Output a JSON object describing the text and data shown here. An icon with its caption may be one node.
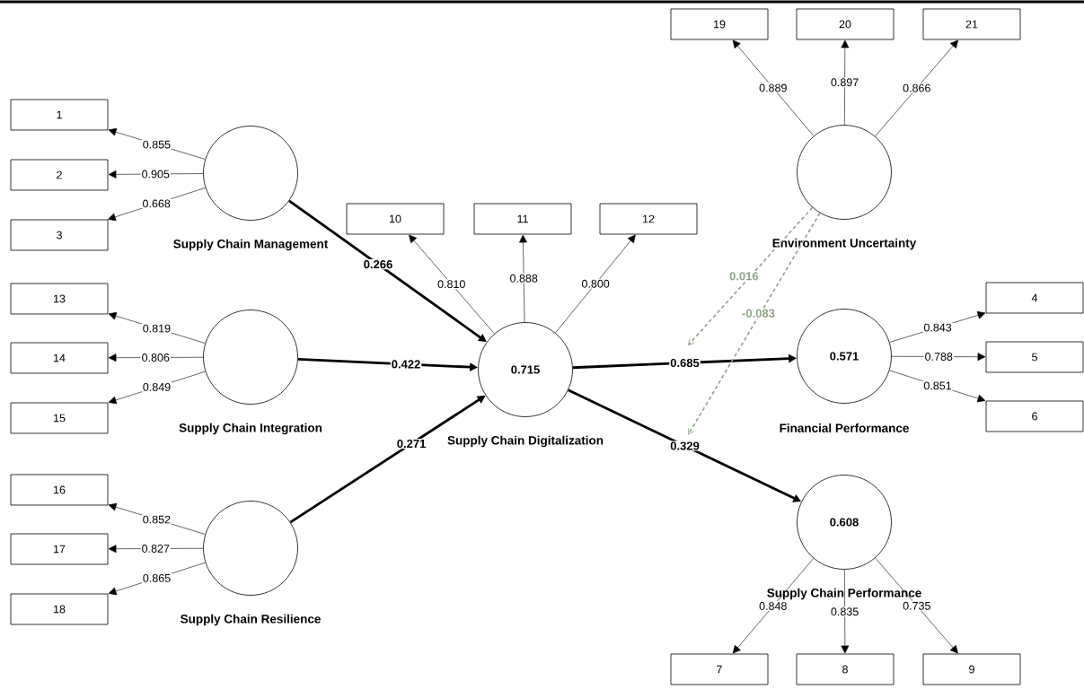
{
  "diagram": {
    "nodes": [
      {
        "text": [
          "Supply Chain Management"
        ]
      },
      {
        "text": [
          "Supply Chain Integration"
        ]
      },
      {
        "text": [
          "Supply Chain Resilience"
        ]
      },
      {
        "text": [
          "0.715",
          "Supply Chain Digitalization"
        ]
      },
      {
        "text": [
          "Environment Uncertainty"
        ]
      },
      {
        "text": [
          "0.571",
          "Financial Performance"
        ]
      },
      {
        "text": [
          "0.608",
          "Supply Chain Performance"
        ]
      },
      {
        "text": [
          "1"
        ]
      },
      {
        "text": [
          "2"
        ]
      },
      {
        "text": [
          "3"
        ]
      },
      {
        "text": [
          "4"
        ]
      },
      {
        "text": [
          "5"
        ]
      },
      {
        "text": [
          "6"
        ]
      },
      {
        "text": [
          "7"
        ]
      },
      {
        "text": [
          "8"
        ]
      },
      {
        "text": [
          "9"
        ]
      },
      {
        "text": [
          "10"
        ]
      },
      {
        "text": [
          "11"
        ]
      },
      {
        "text": [
          "12"
        ]
      },
      {
        "text": [
          "13"
        ]
      },
      {
        "text": [
          "14"
        ]
      },
      {
        "text": [
          "15"
        ]
      },
      {
        "text": [
          "16"
        ]
      },
      {
        "text": [
          "17"
        ]
      },
      {
        "text": [
          "18"
        ]
      },
      {
        "text": [
          "19"
        ]
      },
      {
        "text": [
          "20"
        ]
      },
      {
        "text": [
          "21"
        ]
      }
    ],
    "edges": [
      {
        "from": 0,
        "to": 7,
        "arrow": "to",
        "label": "0.855"
      },
      {
        "from": 0,
        "to": 8,
        "arrow": "to",
        "label": "0.905"
      },
      {
        "from": 0,
        "to": 9,
        "arrow": "to",
        "label": "0.668"
      },
      {
        "from": 1,
        "to": 19,
        "arrow": "to",
        "label": "0.819"
      },
      {
        "from": 1,
        "to": 20,
        "arrow": "to",
        "label": "0.806"
      },
      {
        "from": 1,
        "to": 21,
        "arrow": "to",
        "label": "0.849"
      },
      {
        "from": 2,
        "to": 22,
        "arrow": "to",
        "label": "0.852"
      },
      {
        "from": 2,
        "to": 23,
        "arrow": "to",
        "label": "0.827"
      },
      {
        "from": 2,
        "to": 24,
        "arrow": "to",
        "label": "0.865"
      },
      {
        "from": 3,
        "to": 16,
        "arrow": "to",
        "label": "0.810"
      },
      {
        "from": 3,
        "to": 17,
        "arrow": "to",
        "label": "0.888"
      },
      {
        "from": 3,
        "to": 18,
        "arrow": "to",
        "label": "0.800"
      },
      {
        "from": 4,
        "to": 25,
        "arrow": "to",
        "label": "0.889"
      },
      {
        "from": 4,
        "to": 26,
        "arrow": "to",
        "label": "0.897"
      },
      {
        "from": 4,
        "to": 27,
        "arrow": "to",
        "label": "0.866"
      },
      {
        "from": 5,
        "to": 10,
        "arrow": "to",
        "label": "0.843"
      },
      {
        "from": 5,
        "to": 11,
        "arrow": "to",
        "label": "0.788"
      },
      {
        "from": 5,
        "to": 12,
        "arrow": "to",
        "label": "0.851"
      },
      {
        "from": 6,
        "to": 13,
        "arrow": "to",
        "label": "0.848"
      },
      {
        "from": 6,
        "to": 14,
        "arrow": "to",
        "label": "0.835"
      },
      {
        "from": 6,
        "to": 15,
        "arrow": "to",
        "label": "0.735"
      },
      {
        "from": 0,
        "to": 3,
        "arrow": "to",
        "label": "0.266",
        "style": "thick"
      },
      {
        "from": 1,
        "to": 3,
        "arrow": "to",
        "label": "0.422",
        "style": "thick"
      },
      {
        "from": 2,
        "to": 3,
        "arrow": "to",
        "label": "0.271",
        "style": "thick"
      },
      {
        "from": 3,
        "to": 5,
        "arrow": "to",
        "label": "0.685",
        "style": "thick"
      },
      {
        "from": 3,
        "to": 6,
        "arrow": "to",
        "label": "0.329",
        "style": "thick"
      },
      {
        "from": 4,
        "to": null,
        "arrow": "to",
        "label": "0.016",
        "style": "dashed",
        "color": "#8fa487"
      },
      {
        "from": 4,
        "to": null,
        "arrow": "to",
        "label": "-0.083",
        "style": "dashed",
        "color": "#8fa487"
      }
    ]
  }
}
